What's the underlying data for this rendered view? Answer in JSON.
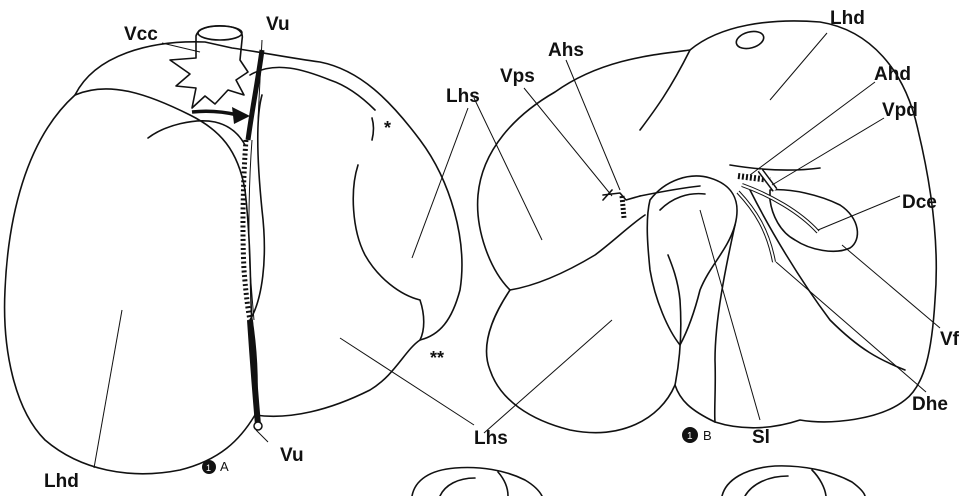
{
  "figure_a": {
    "labels": {
      "vcc": "Vcc",
      "vu_top": "Vu",
      "vu_bottom": "Vu",
      "lhs_upper": "Lhs",
      "lhs_lower": "Lhs",
      "lhd": "Lhd",
      "star1": "*",
      "star2": "**"
    },
    "panel_letter": "A"
  },
  "figure_b": {
    "labels": {
      "lhd": "Lhd",
      "ahs": "Ahs",
      "vps": "Vps",
      "ahd": "Ahd",
      "vpd": "Vpd",
      "dce": "Dce",
      "vf": "Vf",
      "dhe": "Dhe",
      "sl": "Sl"
    },
    "panel_letter": "B"
  },
  "panel_number": "1"
}
